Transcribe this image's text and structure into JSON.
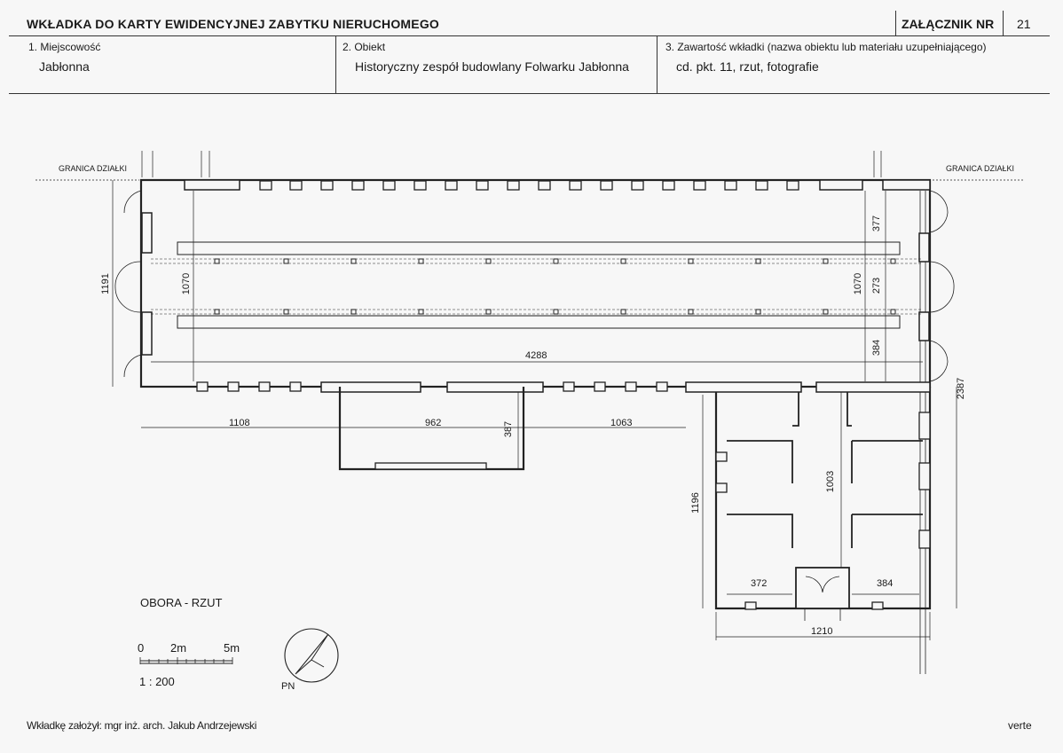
{
  "header": {
    "title": "WKŁADKA DO KARTY EWIDENCYJNEJ ZABYTKU NIERUCHOMEGO",
    "attachment_label": "ZAŁĄCZNIK NR",
    "attachment_number": "21"
  },
  "fields": [
    {
      "label": "1. Miejscowość",
      "value": "Jabłonna"
    },
    {
      "label": "2. Obiekt",
      "value": "Historyczny zespół budowlany Folwarku Jabłonna"
    },
    {
      "label": "3. Zawartość wkładki (nazwa obiektu lub materiału uzupełniającego)",
      "value": "cd. pkt. 11, rzut, fotografie"
    }
  ],
  "drawing": {
    "boundary_left": "GRANICA DZIAŁKI",
    "boundary_right": "GRANICA DZIAŁKI",
    "title": "OBORA - RZUT",
    "dimensions": {
      "d1191": "1191",
      "d1070_left": "1070",
      "d1070_right": "1070",
      "d377": "377",
      "d273": "273",
      "d384_upper": "384",
      "d4288": "4288",
      "d1108": "1108",
      "d962": "962",
      "d387": "387",
      "d1063": "1063",
      "d2387": "2387",
      "d1003": "1003",
      "d1196": "1196",
      "d372": "372",
      "d384_lower": "384",
      "d1210": "1210"
    },
    "scale": {
      "zero": "0",
      "two": "2m",
      "five": "5m",
      "ratio": "1 : 200"
    },
    "north": "PN"
  },
  "footer": {
    "author": "Wkładkę założył: mgr inż. arch. Jakub Andrzejewski",
    "verte": "verte"
  }
}
